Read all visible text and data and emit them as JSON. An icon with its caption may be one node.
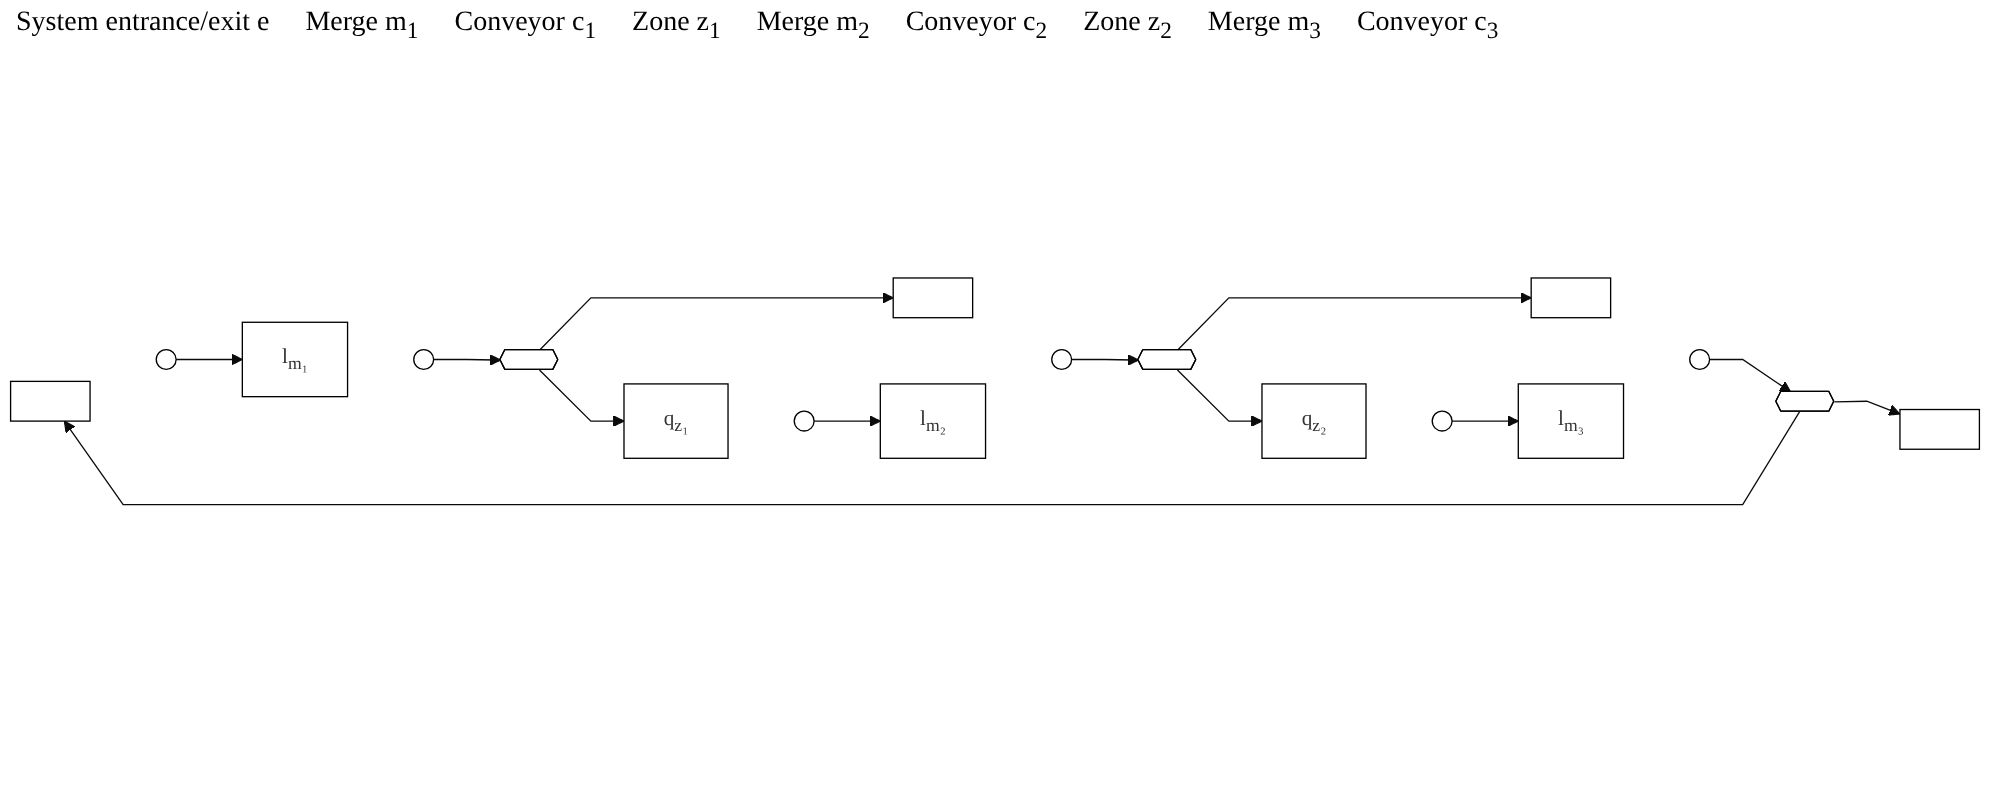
{
  "diagram": {
    "nodes": [
      {
        "text": [],
        "shape": "box"
      },
      {
        "text": [],
        "shape": "circle"
      },
      {
        "text": [],
        "shape": "box"
      },
      {
        "text": [
          "l$_{m₁}$"
        ]
      },
      {
        "text": [],
        "shape": "circle"
      },
      {
        "text": [],
        "shape": "hexagon"
      },
      {
        "text": [
          "q$_{z₁}$"
        ]
      },
      {
        "text": [],
        "shape": "circle"
      },
      {
        "text": [],
        "shape": "box"
      },
      {
        "text": [
          "l$_{m₂}$"
        ]
      },
      {
        "text": [],
        "shape": "circle"
      },
      {
        "text": [],
        "shape": "hexagon"
      },
      {
        "text": [
          "q$_{z₂}$"
        ]
      },
      {
        "text": [],
        "shape": "circle"
      },
      {
        "text": [],
        "shape": "box"
      },
      {
        "text": [
          "l$_{m₃}$"
        ]
      },
      {
        "text": [],
        "shape": "circle"
      },
      {
        "text": [],
        "shape": "hexagon"
      }
    ],
    "edges": [
      {
        "from": 1,
        "to": 3,
        "arrow": "to"
      },
      {
        "from": 4,
        "to": 5,
        "arrow": "to"
      },
      {
        "from": 5,
        "to": 6,
        "arrow": "to"
      },
      {
        "from": 5,
        "to": 8,
        "arrow": "to"
      },
      {
        "from": 7,
        "to": 9,
        "arrow": "to"
      },
      {
        "from": 10,
        "to": 11,
        "arrow": "to"
      },
      {
        "from": 11,
        "to": 12,
        "arrow": "to"
      },
      {
        "from": 11,
        "to": 14,
        "arrow": "to"
      },
      {
        "from": 13,
        "to": 15,
        "arrow": "to"
      },
      {
        "from": 16,
        "to": 17,
        "arrow": "to"
      },
      {
        "from": 17,
        "to": 2,
        "arrow": "to"
      },
      {
        "from": 17,
        "to": 0,
        "arrow": "to"
      }
    ],
    "labels": [
      "System entrance/exit e",
      "Merge m$_{1}$",
      "Conveyor c$_{1}$",
      "Zone z$_{1}$",
      "Merge m$_{2}$",
      "Conveyor c$_{2}$",
      "Zone z$_{2}$",
      "Merge m$_{3}$",
      "Conveyor c$_{3}$"
    ]
  }
}
